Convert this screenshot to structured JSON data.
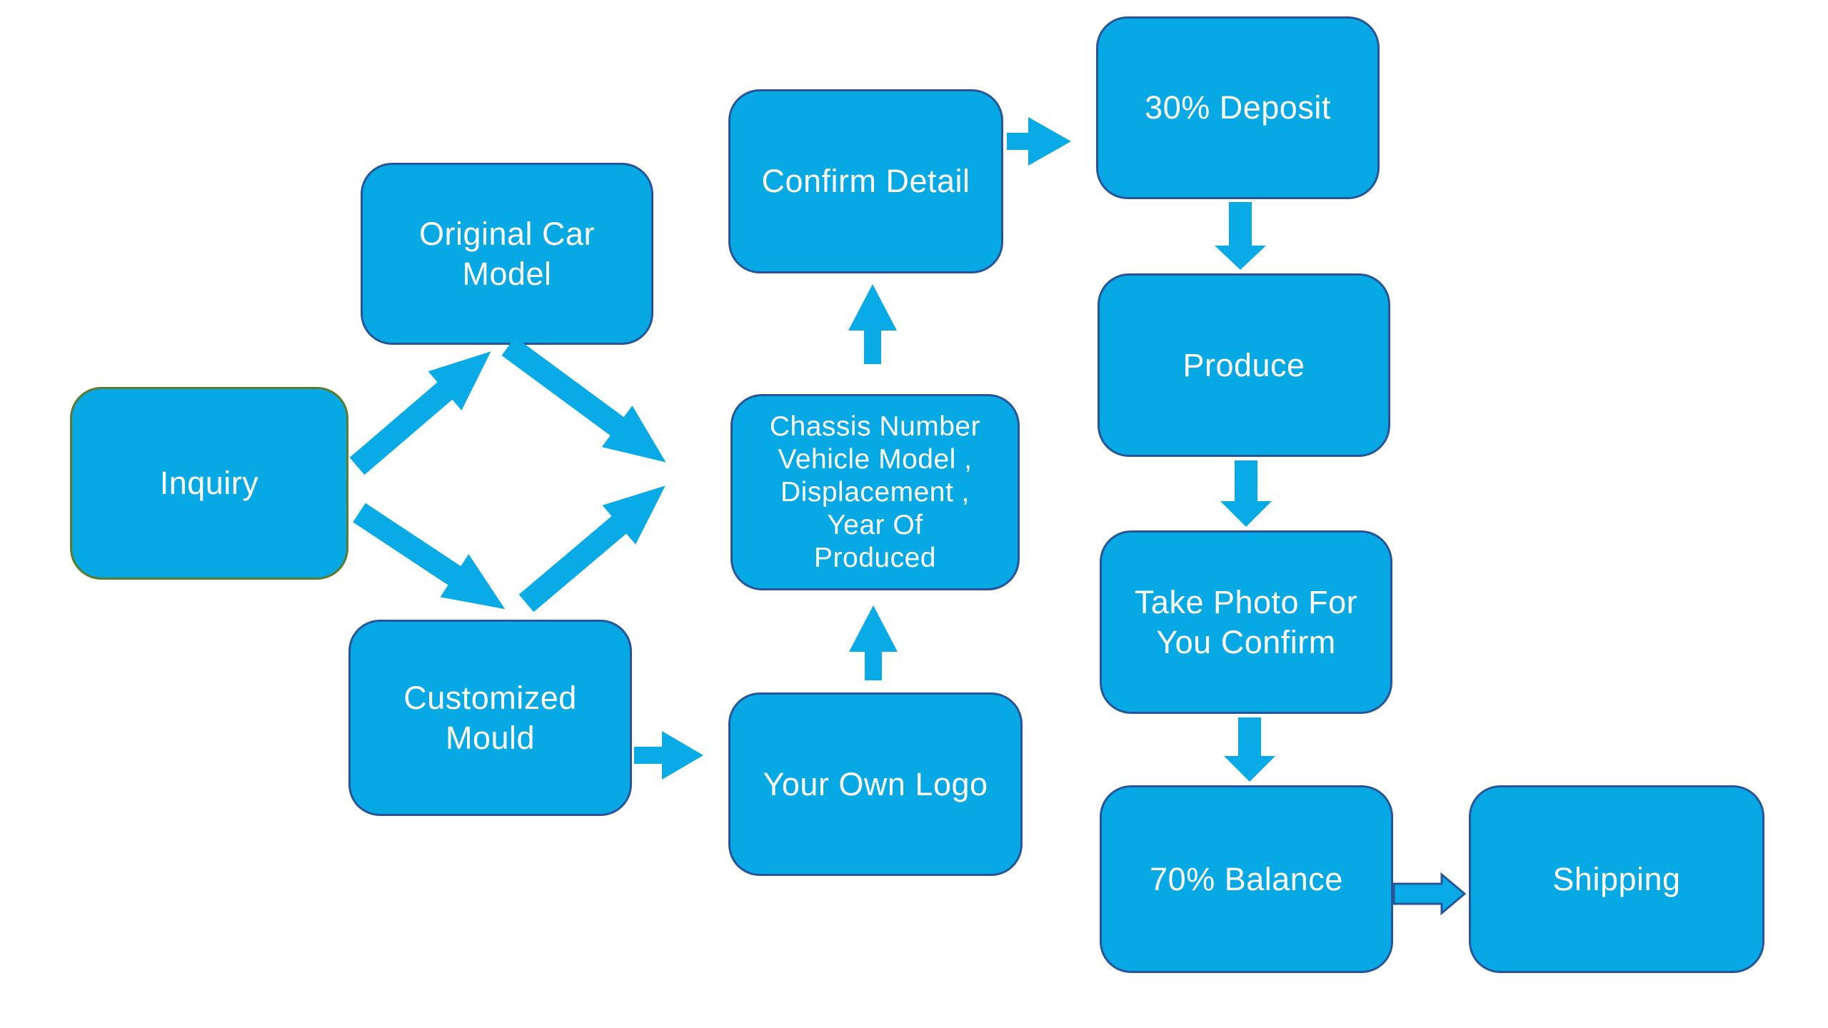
{
  "page": {
    "background": "#ffffff",
    "description": "Order process flowchart"
  },
  "colors": {
    "node_fill": "#06a9e4",
    "node_border": "#27549b",
    "inquiry_border": "#5b7b2d",
    "arrow_fill": "#09abe6",
    "arrow_outline": "#27549b",
    "text_color": "#ffffff",
    "page_bg": "#ffffff"
  },
  "diagram": {
    "type": "flowchart",
    "nodes": [
      {
        "id": "inquiry",
        "label": "Inquiry"
      },
      {
        "id": "original-car-model",
        "label": "Original Car\nModel"
      },
      {
        "id": "customized-mould",
        "label": "Customized\nMould"
      },
      {
        "id": "chassis-details",
        "label": "Chassis Number\nVehicle Model ,\nDisplacement ,\nYear Of\nProduced"
      },
      {
        "id": "confirm-detail",
        "label": "Confirm Detail"
      },
      {
        "id": "your-own-logo",
        "label": "Your Own Logo"
      },
      {
        "id": "deposit",
        "label": "30% Deposit"
      },
      {
        "id": "produce",
        "label": "Produce"
      },
      {
        "id": "take-photo",
        "label": "Take Photo For\nYou Confirm"
      },
      {
        "id": "balance",
        "label": "70% Balance"
      },
      {
        "id": "shipping",
        "label": "Shipping"
      }
    ],
    "edges": [
      {
        "from": "inquiry",
        "to": "original-car-model"
      },
      {
        "from": "inquiry",
        "to": "customized-mould"
      },
      {
        "from": "original-car-model",
        "to": "chassis-details"
      },
      {
        "from": "customized-mould",
        "to": "chassis-details"
      },
      {
        "from": "customized-mould",
        "to": "your-own-logo"
      },
      {
        "from": "your-own-logo",
        "to": "chassis-details"
      },
      {
        "from": "chassis-details",
        "to": "confirm-detail"
      },
      {
        "from": "confirm-detail",
        "to": "deposit"
      },
      {
        "from": "deposit",
        "to": "produce"
      },
      {
        "from": "produce",
        "to": "take-photo"
      },
      {
        "from": "take-photo",
        "to": "balance"
      },
      {
        "from": "balance",
        "to": "shipping"
      }
    ]
  }
}
